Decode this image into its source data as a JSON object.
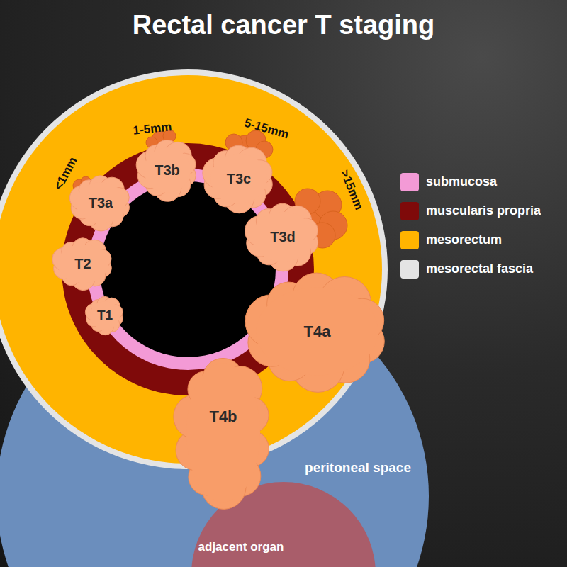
{
  "diagram": {
    "title": "Rectal cancer T staging",
    "nodes": [
      {
        "text": [
          "T1"
        ]
      },
      {
        "text": [
          "T2"
        ]
      },
      {
        "text": [
          "T3a"
        ]
      },
      {
        "text": [
          "T3b"
        ]
      },
      {
        "text": [
          "T3c"
        ]
      },
      {
        "text": [
          "T3d"
        ]
      },
      {
        "text": [
          "T4a"
        ]
      },
      {
        "text": [
          "T4b"
        ]
      },
      {
        "text": [
          "peritoneal space"
        ]
      },
      {
        "text": [
          "adjacent organ"
        ]
      }
    ],
    "labels": [
      "<1mm",
      "1-5mm",
      "5-15mm",
      ">15mm"
    ],
    "legend": [
      {
        "text": "submucosa",
        "color": "#f39ad6"
      },
      {
        "text": "muscularis propria",
        "color": "#7f0a0a"
      },
      {
        "text": "mesorectum",
        "color": "#ffb400"
      },
      {
        "text": "mesorectal fascia",
        "color": "#e4e4e4"
      }
    ]
  }
}
